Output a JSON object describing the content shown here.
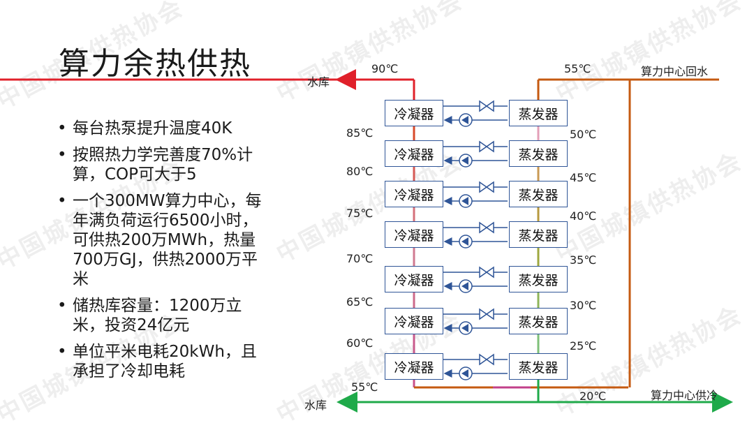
{
  "title": "算力余热供热",
  "bullets": [
    {
      "text": "每台热泵提升温度40K"
    },
    {
      "text": "按照热力学完善度70%计算，COP可大于5"
    },
    {
      "text": "一个300MW算力中心，每年满负荷运行6500小时，可供热200万MWh，热量700万GJ，供热2000万平米"
    },
    {
      "text": "储热库容量：1200万立米，投资24亿元"
    },
    {
      "text": "单位平米电耗20kWh，且承担了冷却电耗"
    }
  ],
  "bullet_glyph": "•",
  "diagram": {
    "top_left_label": "水库",
    "top_left_temp": "90℃",
    "top_right_temp": "55℃",
    "top_right_label": "算力中心回水",
    "bottom_left_label": "水库",
    "bottom_left_temp": "55℃",
    "bottom_right_temp": "20℃",
    "bottom_right_label": "算力中心供冷",
    "condenser_label": "冷凝器",
    "evaporator_label": "蒸发器",
    "left_temps": [
      "85℃",
      "80℃",
      "75℃",
      "70℃",
      "65℃",
      "60℃"
    ],
    "right_temps": [
      "50℃",
      "45℃",
      "40℃",
      "35℃",
      "30℃",
      "25℃"
    ],
    "colors": {
      "hot": "#e0202a",
      "return": "#c55a11",
      "cold": "#1faa4a",
      "loop": "#2f5597"
    }
  },
  "watermark": "中国城镇供热协会"
}
